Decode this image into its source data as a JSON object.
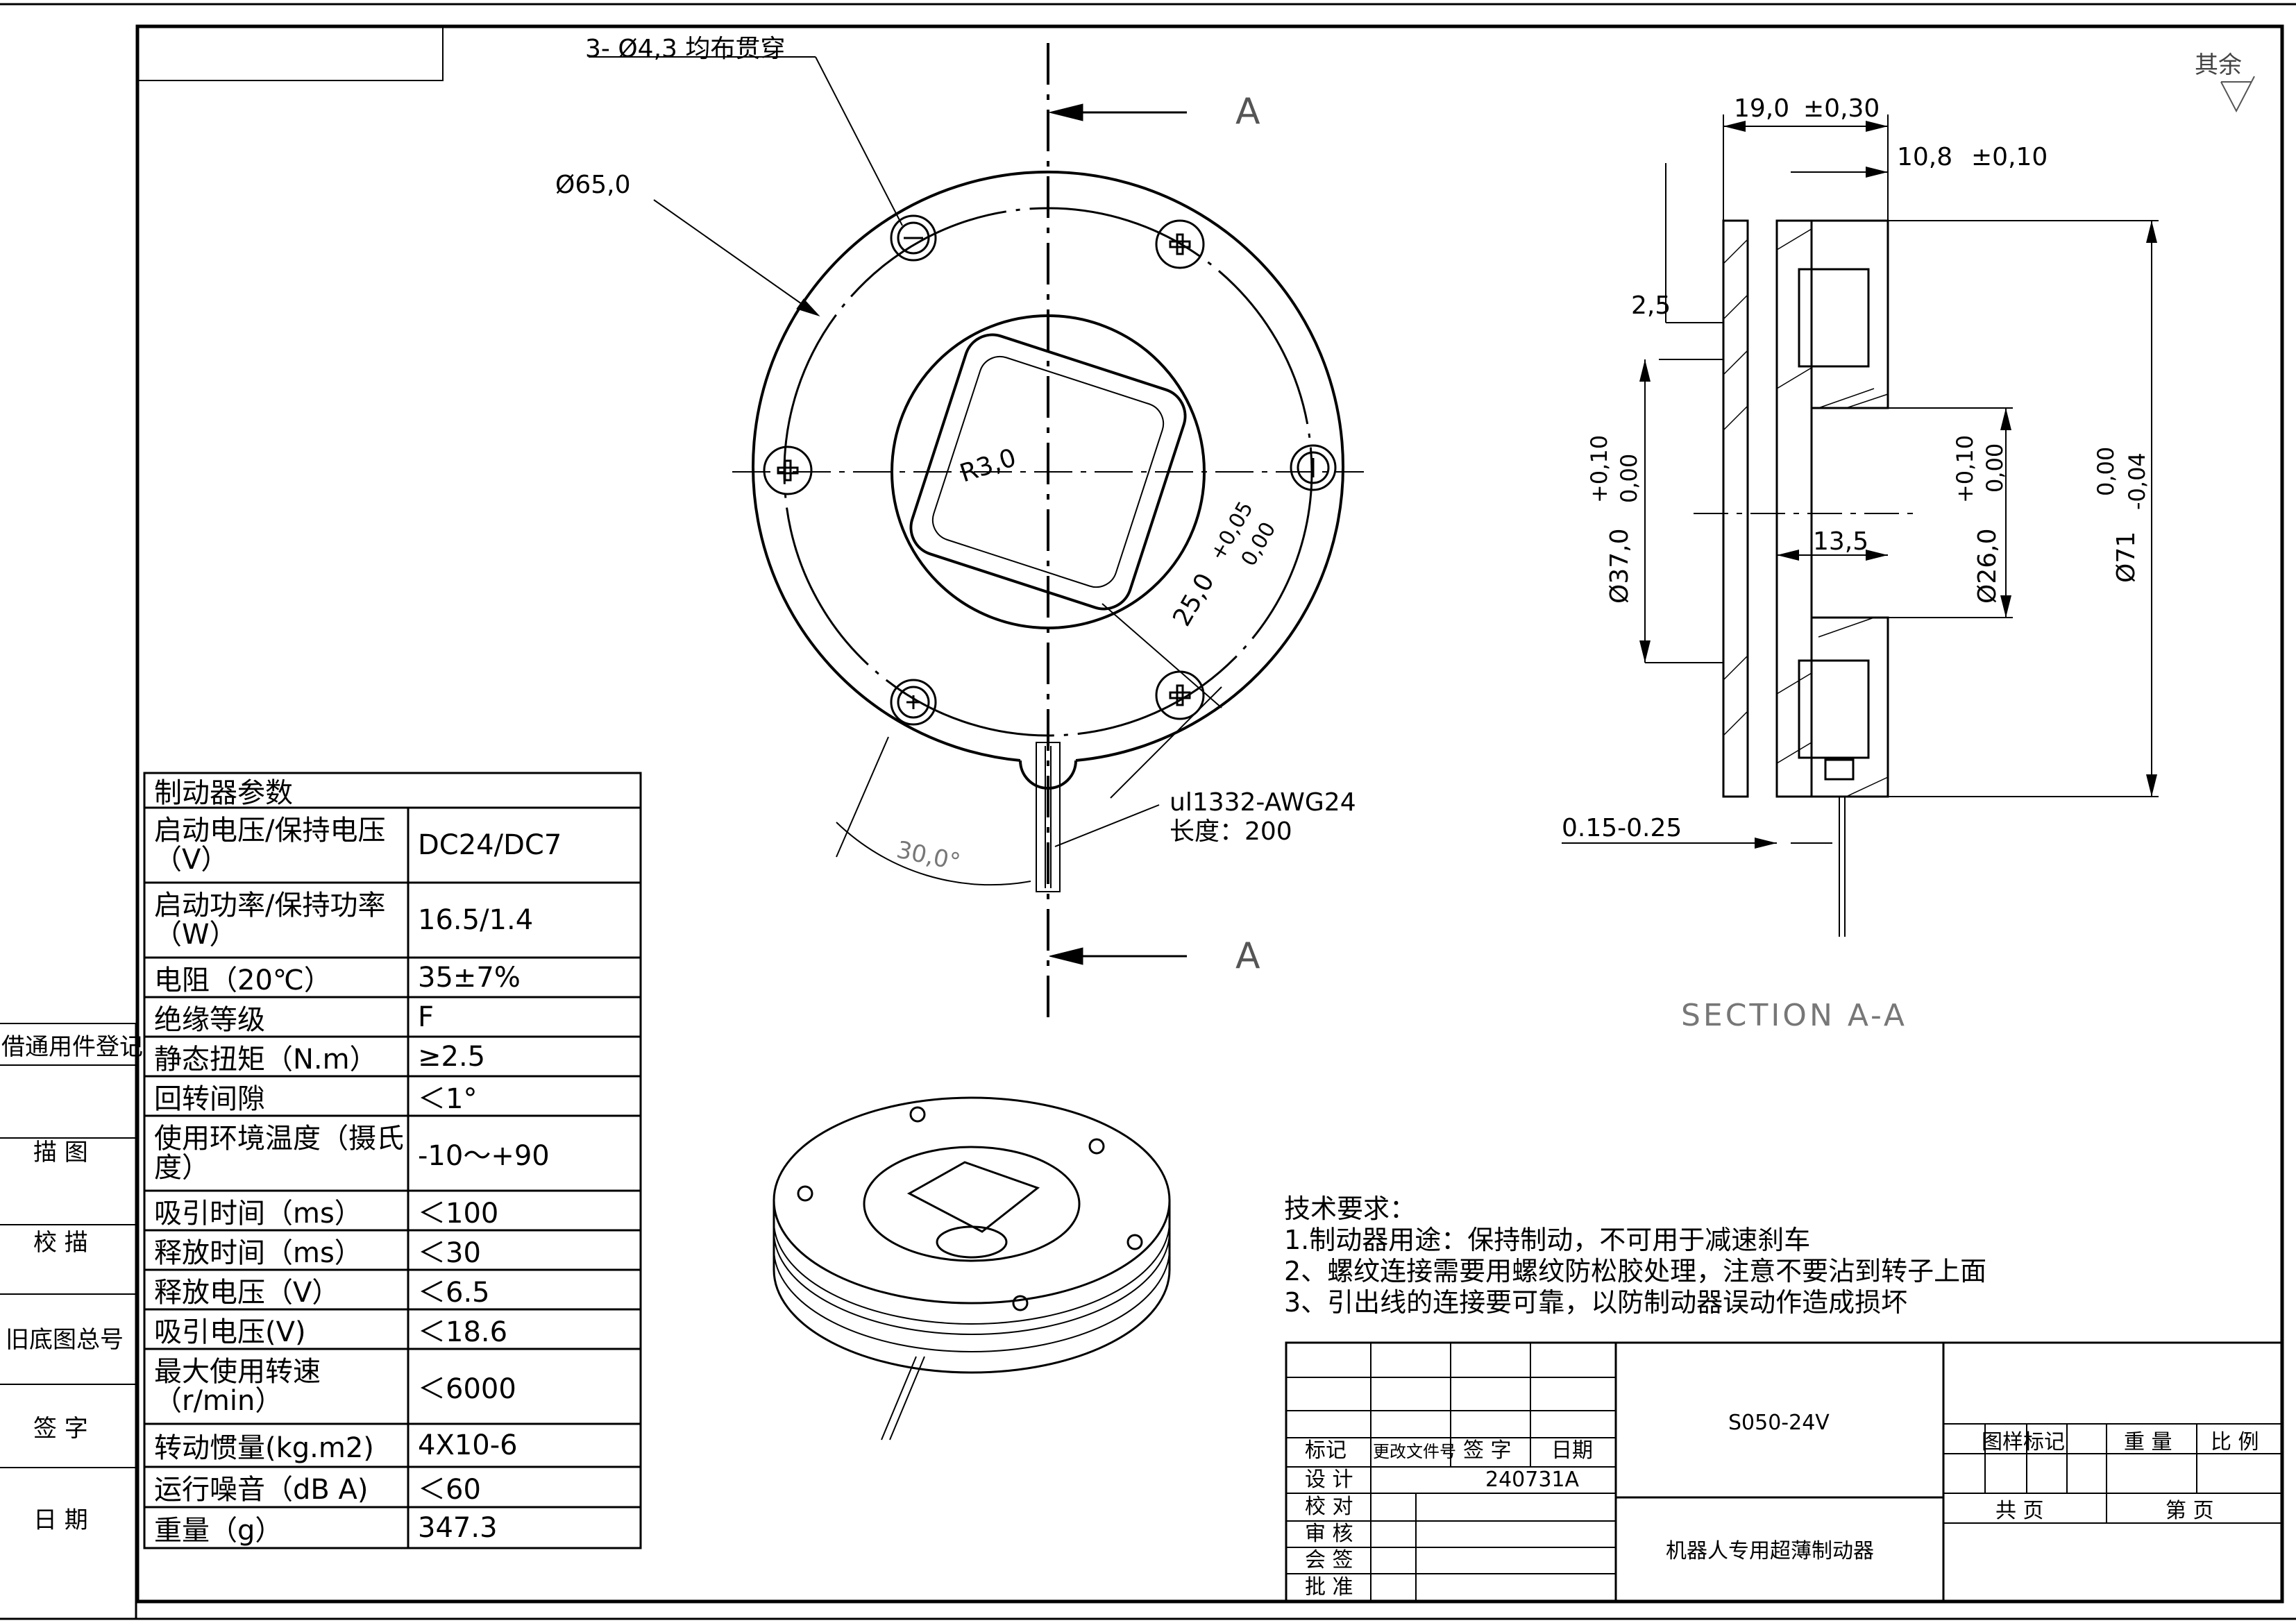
{
  "left_margin_labels": [
    "借通用件登记",
    "描 图",
    "校 描",
    "旧底图总号",
    "签 字",
    "日 期"
  ],
  "corner_mark": "其余",
  "front_view": {
    "hole_note": "3- Ø4,3 均布贯穿",
    "outer_diameter": "Ø65,0",
    "inner_radius": "R3,0",
    "square_size": "25,0",
    "square_tol_upper": "+0,05",
    "square_tol_lower": "0,00",
    "angle": "30,0°",
    "section_mark": "A",
    "lead_wire": "ul1332-AWG24",
    "lead_length": "长度：200"
  },
  "section_view": {
    "thickness": "19,0",
    "thickness_tol": "±0,30",
    "rotor_thickness": "10,8",
    "rotor_tol": "±0,10",
    "gap": "2,5",
    "inner_d": "Ø37,0",
    "inner_d_tol_upper": "+0,10",
    "inner_d_tol_lower": "0,00",
    "bore_d": "Ø26,0",
    "bore_tol_upper": "+0,10",
    "bore_tol_lower": "0,00",
    "bore_depth": "13,5",
    "outer_d": "Ø71",
    "outer_tol_upper": "0,00",
    "outer_tol_lower": "-0,04",
    "air_gap": "0.15-0.25",
    "title": "SECTION A-A"
  },
  "param_table": {
    "header": "制动器参数",
    "rows": [
      {
        "label": "启动电压/保持电压（V）",
        "value": "DC24/DC7"
      },
      {
        "label": "启动功率/保持功率（W）",
        "value": "16.5/1.4"
      },
      {
        "label": "电阻（20℃）",
        "value": "35±7%"
      },
      {
        "label": "绝缘等级",
        "value": "F"
      },
      {
        "label": "静态扭矩（N.m）",
        "value": "≥2.5"
      },
      {
        "label": "回转间隙",
        "value": "＜1°"
      },
      {
        "label": "使用环境温度（摄氏度）",
        "value": "-10～+90"
      },
      {
        "label": "吸引时间（ms）",
        "value": "＜100"
      },
      {
        "label": "释放时间（ms）",
        "value": "＜30"
      },
      {
        "label": "释放电压（V）",
        "value": "＜6.5"
      },
      {
        "label": "吸引电压(V)",
        "value": "＜18.6"
      },
      {
        "label": "最大使用转速（r/min）",
        "value": "＜6000"
      },
      {
        "label": "转动惯量(kg.m2)",
        "value": "4X10-6"
      },
      {
        "label": "运行噪音（dB A)",
        "value": "＜60"
      },
      {
        "label": "重量（g）",
        "value": "347.3"
      }
    ]
  },
  "tech_requirements": {
    "title": "技术要求：",
    "items": [
      "1.制动器用途：保持制动，不可用于减速刹车",
      "2、螺纹连接需要用螺纹防松胶处理，注意不要沾到转子上面",
      "3、引出线的连接要可靠，以防制动器误动作造成损坏"
    ]
  },
  "title_block": {
    "model": "S050-24V",
    "name": "机器人专用超薄制动器",
    "hdr_mark": "标记",
    "hdr_doc": "更改文件号",
    "hdr_sign": "签 字",
    "hdr_date": "日期",
    "design": "设 计",
    "date_value": "240731A",
    "check": "校 对",
    "review": "审 核",
    "countersign": "会 签",
    "approve": "批 准",
    "sample_mark": "图样标记",
    "weight": "重 量",
    "scale": "比 例",
    "total_pages": "共  页",
    "page_no": "第  页"
  }
}
